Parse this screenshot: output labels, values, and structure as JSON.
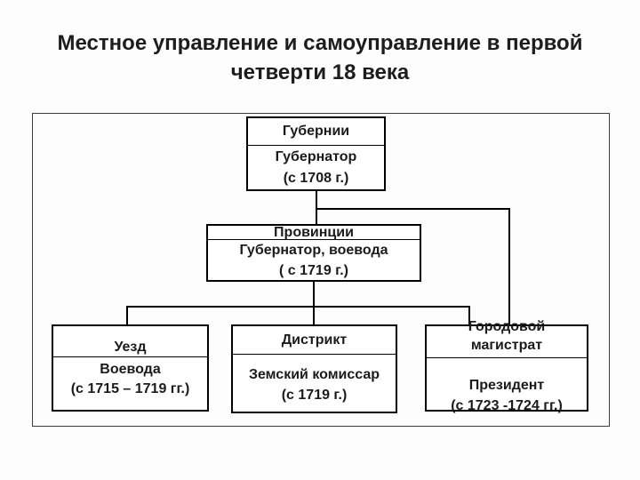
{
  "title": {
    "line1": "Местное управление и самоуправление в первой",
    "line2": "четверти 18 века"
  },
  "colors": {
    "text": "#1d1d1d",
    "node_border": "#000000",
    "frame_border": "#3c3c3c",
    "connector": "#000000",
    "background": "#fdfdfd"
  },
  "diagram": {
    "nodes": [
      {
        "id": "gubernii",
        "name": "Губернии",
        "details": [
          "Губернатор",
          "(с 1708 г.)"
        ]
      },
      {
        "id": "provincii",
        "name": "Провинции",
        "details": [
          "Губернатор, воевода",
          "( с 1719 г.)"
        ]
      },
      {
        "id": "uezd",
        "name": "Уезд",
        "details": [
          "Воевода",
          "(с 1715 – 1719 гг.)"
        ]
      },
      {
        "id": "distrikt",
        "name": "Дистрикт",
        "details": [
          "Земский комиссар",
          "(с 1719 г.)"
        ]
      },
      {
        "id": "gorodovoy-magistrat",
        "name_lines": [
          "Городовой",
          "магистрат"
        ],
        "details": [
          "Президент",
          "(с 1723 -1724 гг.)"
        ]
      }
    ],
    "edges": [
      {
        "from": "Губернии",
        "to": "Провинции"
      },
      {
        "from": "Губернии",
        "to": "Городовой магистрат"
      },
      {
        "from": "Провинции",
        "to": "Уезд"
      },
      {
        "from": "Провинции",
        "to": "Дистрикт"
      },
      {
        "from": "Провинции",
        "to": "Городовой магистрат"
      }
    ]
  }
}
